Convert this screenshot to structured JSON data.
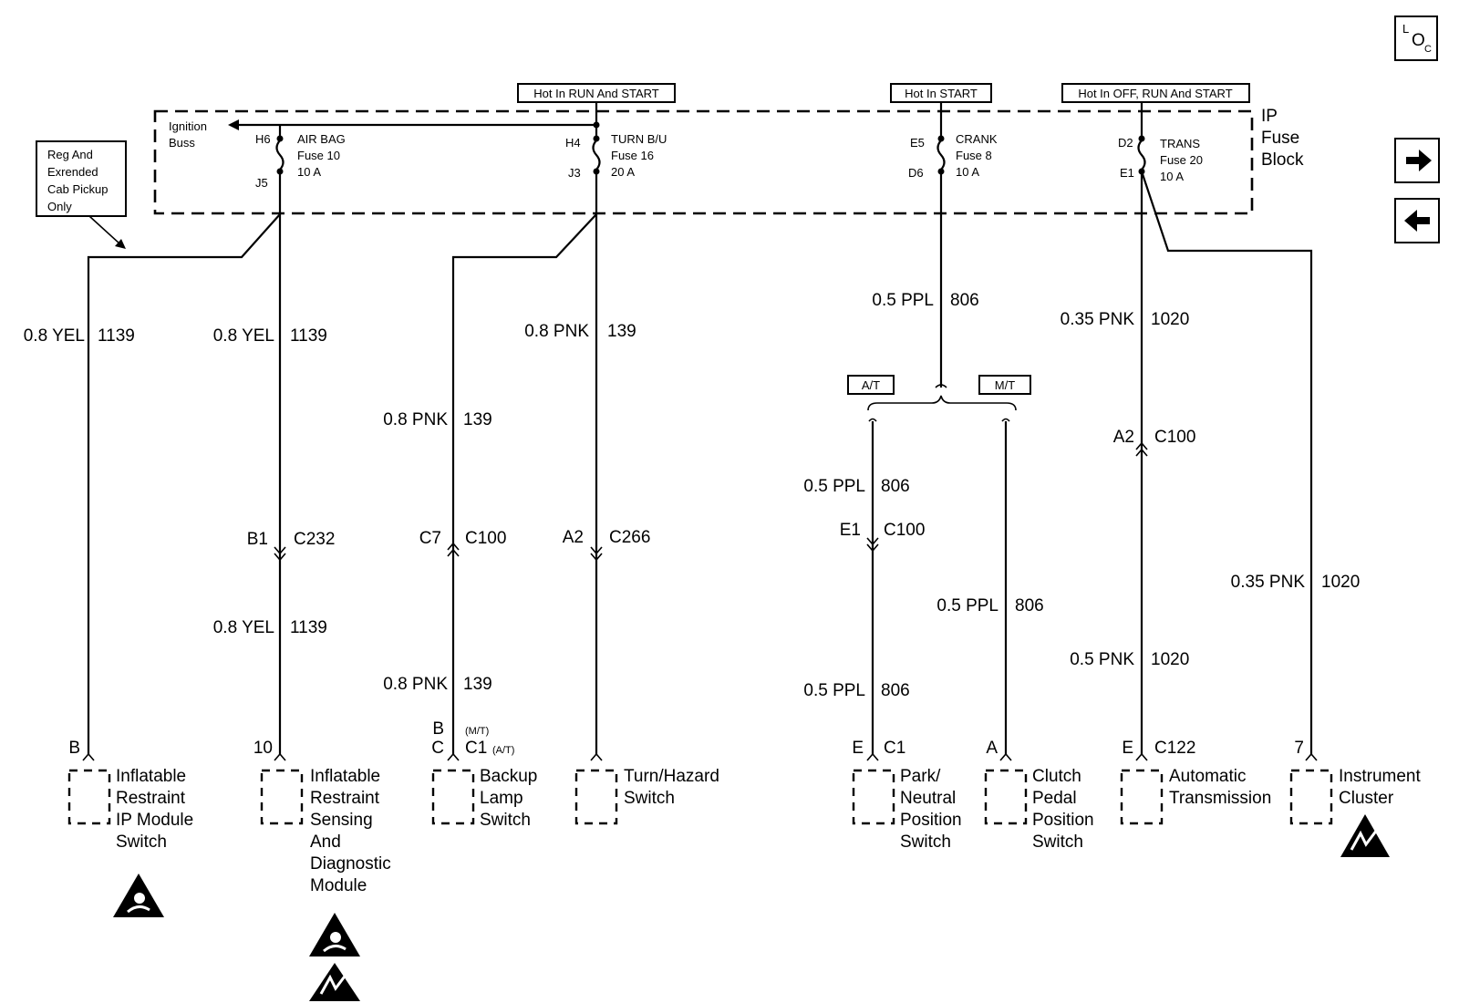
{
  "fuse_block": {
    "name_lines": [
      "IP",
      "Fuse",
      "Block"
    ],
    "ignition_buss": [
      "Ignition",
      "Buss"
    ],
    "hot_run_start": "Hot In RUN And START",
    "hot_start": "Hot In START",
    "hot_off_run_start": "Hot In OFF, RUN And START",
    "fuses": [
      {
        "top_pin": "H6",
        "bottom_pin": "J5",
        "lines": [
          "AIR BAG",
          "Fuse 10",
          "10 A"
        ]
      },
      {
        "top_pin": "H4",
        "bottom_pin": "J3",
        "lines": [
          "TURN B/U",
          "Fuse 16",
          "20 A"
        ]
      },
      {
        "top_pin": "E5",
        "bottom_pin": "D6",
        "lines": [
          "CRANK",
          "Fuse 8",
          "10 A"
        ]
      },
      {
        "top_pin": "D2",
        "bottom_pin": "E1",
        "lines": [
          "TRANS",
          "Fuse 20",
          "10 A"
        ]
      }
    ]
  },
  "note": [
    "Reg And",
    "Exrended",
    "Cab Pickup",
    "Only"
  ],
  "wires": {
    "w1": {
      "size": "0.8 YEL",
      "circuit": "1139"
    },
    "w2a": {
      "size": "0.8 YEL",
      "circuit": "1139"
    },
    "w2b": {
      "size": "0.8 YEL",
      "circuit": "1139"
    },
    "w3a": {
      "size": "0.8 PNK",
      "circuit": "139"
    },
    "w3b": {
      "size": "0.8 PNK",
      "circuit": "139"
    },
    "w4": {
      "size": "0.8 PNK",
      "circuit": "139"
    },
    "w5": {
      "size": "0.5 PPL",
      "circuit": "806"
    },
    "w5a": {
      "size": "0.5 PPL",
      "circuit": "806"
    },
    "w5b": {
      "size": "0.5 PPL",
      "circuit": "806"
    },
    "w6": {
      "size": "0.5 PPL",
      "circuit": "806"
    },
    "w7a": {
      "size": "0.35 PNK",
      "circuit": "1020"
    },
    "w7b": {
      "size": "0.5 PNK",
      "circuit": "1020"
    },
    "w8": {
      "size": "0.35 PNK",
      "circuit": "1020"
    }
  },
  "options": {
    "at": "A/T",
    "mt": "M/T"
  },
  "inline_connectors": {
    "c232": {
      "pin": "B1",
      "name": "C232"
    },
    "c100_backup": {
      "pin": "C7",
      "name": "C100"
    },
    "c266": {
      "pin": "A2",
      "name": "C266"
    },
    "c100_park": {
      "pin": "E1",
      "name": "C100"
    },
    "c100_trans": {
      "pin": "A2",
      "name": "C100"
    }
  },
  "components": {
    "ir_switch": {
      "pin": "B",
      "lines": [
        "Inflatable",
        "Restraint",
        "IP Module",
        "Switch"
      ]
    },
    "sdm": {
      "pin": "10",
      "lines": [
        "Inflatable",
        "Restraint",
        "Sensing",
        "And",
        "Diagnostic",
        "Module"
      ]
    },
    "backup": {
      "pin_mt": "B",
      "pin_at": "C",
      "mt_note": "(M/T)",
      "conn": "C1",
      "at_note": "(A/T)",
      "lines": [
        "Backup",
        "Lamp",
        "Switch"
      ]
    },
    "turn": {
      "lines": [
        "Turn/Hazard",
        "Switch"
      ]
    },
    "pnp": {
      "pin": "E",
      "conn": "C1",
      "lines": [
        "Park/",
        "Neutral",
        "Position",
        "Switch"
      ]
    },
    "clutch": {
      "pin": "A",
      "lines": [
        "Clutch",
        "Pedal",
        "Position",
        "Switch"
      ]
    },
    "trans": {
      "pin": "E",
      "conn": "C122",
      "lines": [
        "Automatic",
        "Transmission"
      ]
    },
    "cluster": {
      "pin": "7",
      "lines": [
        "Instrument",
        "Cluster"
      ]
    }
  },
  "nav": {
    "loc_main": "L",
    "loc_sub": "O",
    "loc_sub2": "C",
    "next_icon": "arrow-right-icon",
    "prev_icon": "arrow-left-icon"
  }
}
